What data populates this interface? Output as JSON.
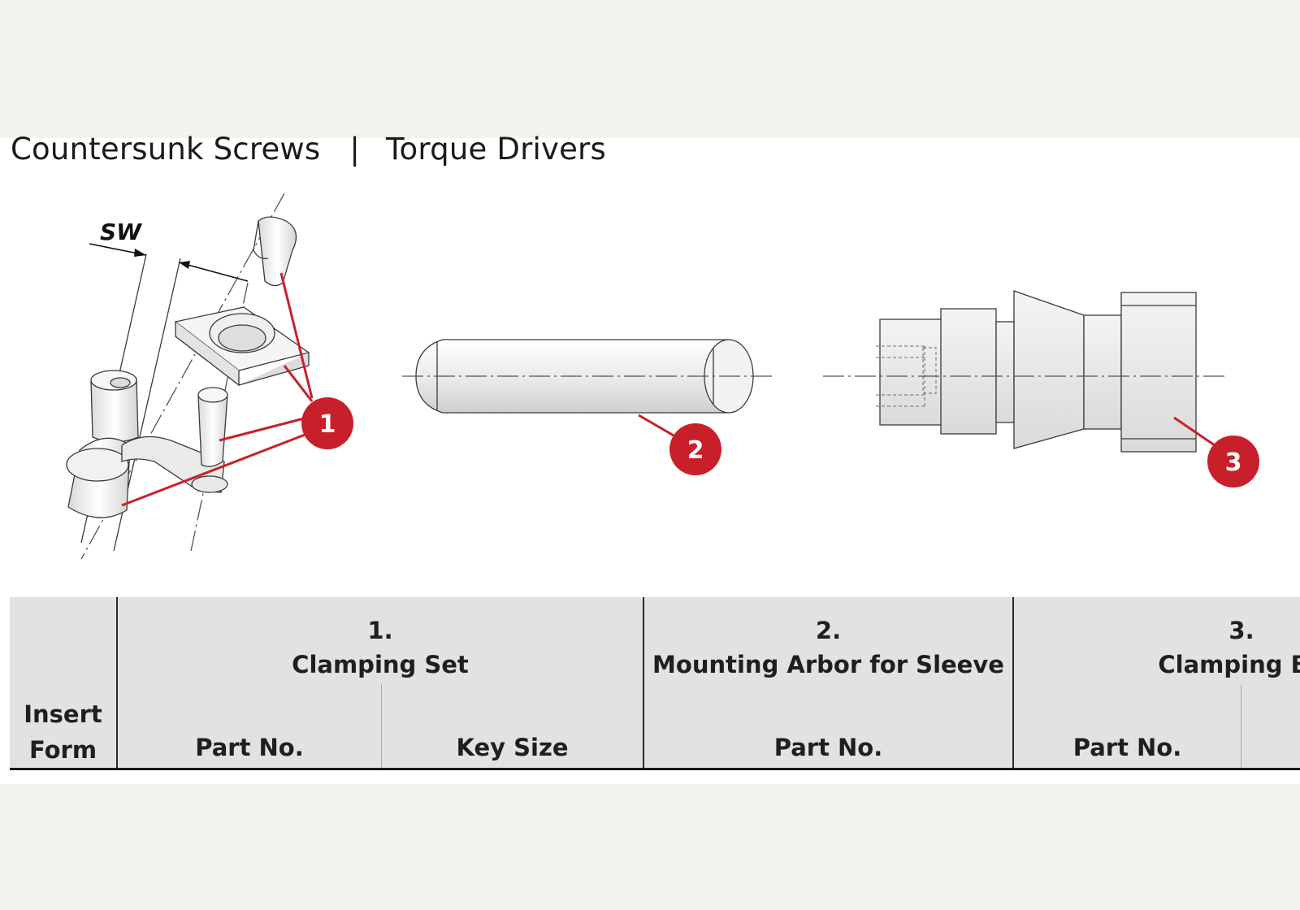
{
  "header": {
    "title_left": "Countersunk Screws",
    "separator": "|",
    "title_right": "Torque Drivers"
  },
  "drawing": {
    "dimension_label": "SW",
    "callouts": [
      "1",
      "2",
      "3"
    ],
    "callout_color": "#c8202a"
  },
  "table": {
    "insert_form_line1": "Insert",
    "insert_form_line2": "Form",
    "groups": [
      {
        "number": "1.",
        "title": "Clamping Set",
        "subcols": [
          "Part No.",
          "Key Size"
        ]
      },
      {
        "number": "2.",
        "title": "Mounting Arbor for Sleeve",
        "subcols": [
          "Part No."
        ]
      },
      {
        "number": "3.",
        "title": "Clamping Bo",
        "subcols": [
          "Part No."
        ]
      }
    ]
  }
}
